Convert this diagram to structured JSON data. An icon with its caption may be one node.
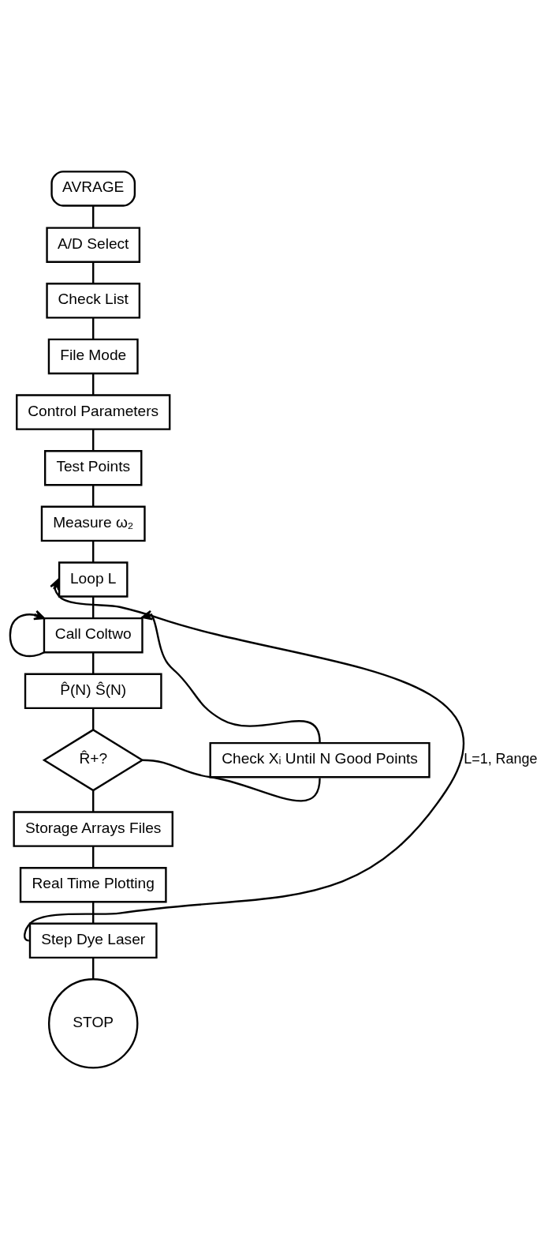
{
  "diagram": {
    "nodes": [
      {
        "text": [
          "AVRAGE"
        ]
      },
      {
        "text": [
          "A/D Select"
        ]
      },
      {
        "text": [
          "Check List"
        ]
      },
      {
        "text": [
          "File Mode"
        ]
      },
      {
        "text": [
          "Control Parameters"
        ]
      },
      {
        "text": [
          "Test Points"
        ]
      },
      {
        "text": [
          "Measure ω₂"
        ]
      },
      {
        "text": [
          "Loop L"
        ]
      },
      {
        "text": [
          "Call Coltwo"
        ]
      },
      {
        "text": [
          "P̂(N) Ŝ(N)"
        ]
      },
      {
        "text": [
          "R̂+?"
        ]
      },
      {
        "text": [
          "Check Xᵢ Until N Good Points"
        ]
      },
      {
        "text": [
          "Storage Arrays Files"
        ]
      },
      {
        "text": [
          "Real Time Plotting"
        ]
      },
      {
        "text": [
          "Step Dye Laser"
        ]
      },
      {
        "text": [
          "STOP"
        ]
      }
    ],
    "edges": [
      {
        "from": 0,
        "to": 1,
        "arrow": "none"
      },
      {
        "from": 1,
        "to": 2,
        "arrow": "none"
      },
      {
        "from": 2,
        "to": 3,
        "arrow": "none"
      },
      {
        "from": 3,
        "to": 4,
        "arrow": "none"
      },
      {
        "from": 4,
        "to": 5,
        "arrow": "none"
      },
      {
        "from": 5,
        "to": 6,
        "arrow": "none"
      },
      {
        "from": 6,
        "to": 7,
        "arrow": "none"
      },
      {
        "from": 7,
        "to": 8,
        "arrow": "none"
      },
      {
        "from": 8,
        "to": 9,
        "arrow": "none"
      },
      {
        "from": 8,
        "to": 8,
        "arrow": "to"
      },
      {
        "from": 9,
        "to": 10,
        "arrow": "none"
      },
      {
        "from": 10,
        "to": 11,
        "arrow": "none"
      },
      {
        "from": 11,
        "to": 8,
        "arrow": "to"
      },
      {
        "from": 10,
        "to": 12,
        "arrow": "none"
      },
      {
        "from": 12,
        "to": 13,
        "arrow": "none"
      },
      {
        "from": 13,
        "to": 14,
        "arrow": "none"
      },
      {
        "from": 14,
        "to": 15,
        "arrow": "none"
      },
      {
        "from": 14,
        "to": 7,
        "label": "L=1, Range",
        "arrow": "to"
      }
    ]
  }
}
